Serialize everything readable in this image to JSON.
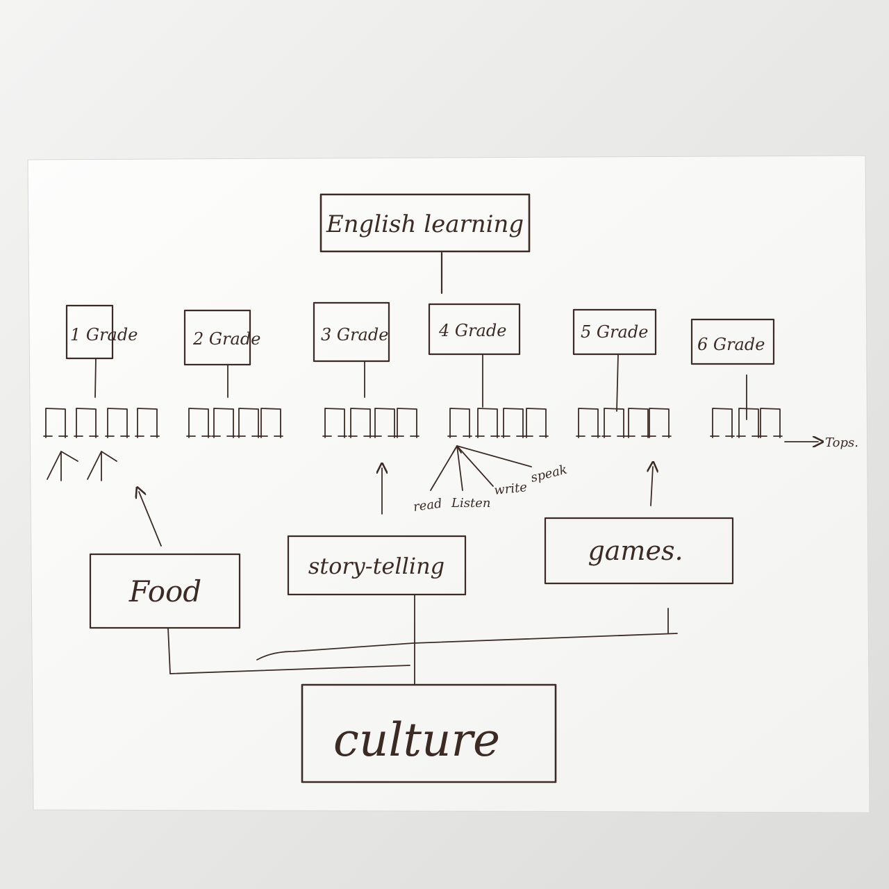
{
  "diagram": {
    "root": {
      "label": "English learning"
    },
    "grades": [
      {
        "label": "1 Grade"
      },
      {
        "label": "2 Grade"
      },
      {
        "label": "3 Grade"
      },
      {
        "label": "4 Grade"
      },
      {
        "label": "5 Grade"
      },
      {
        "label": "6 Grade"
      }
    ],
    "topics_label": "Tops.",
    "skills": [
      "read",
      "Listen",
      "write",
      "speak"
    ],
    "activities": [
      {
        "label": "Food"
      },
      {
        "label": "story-telling"
      },
      {
        "label": "games."
      }
    ],
    "base": {
      "label": "culture"
    }
  },
  "colors": {
    "ink": "#3b2b24",
    "paper": "#fafaf8",
    "background": "#e6e6e4"
  }
}
